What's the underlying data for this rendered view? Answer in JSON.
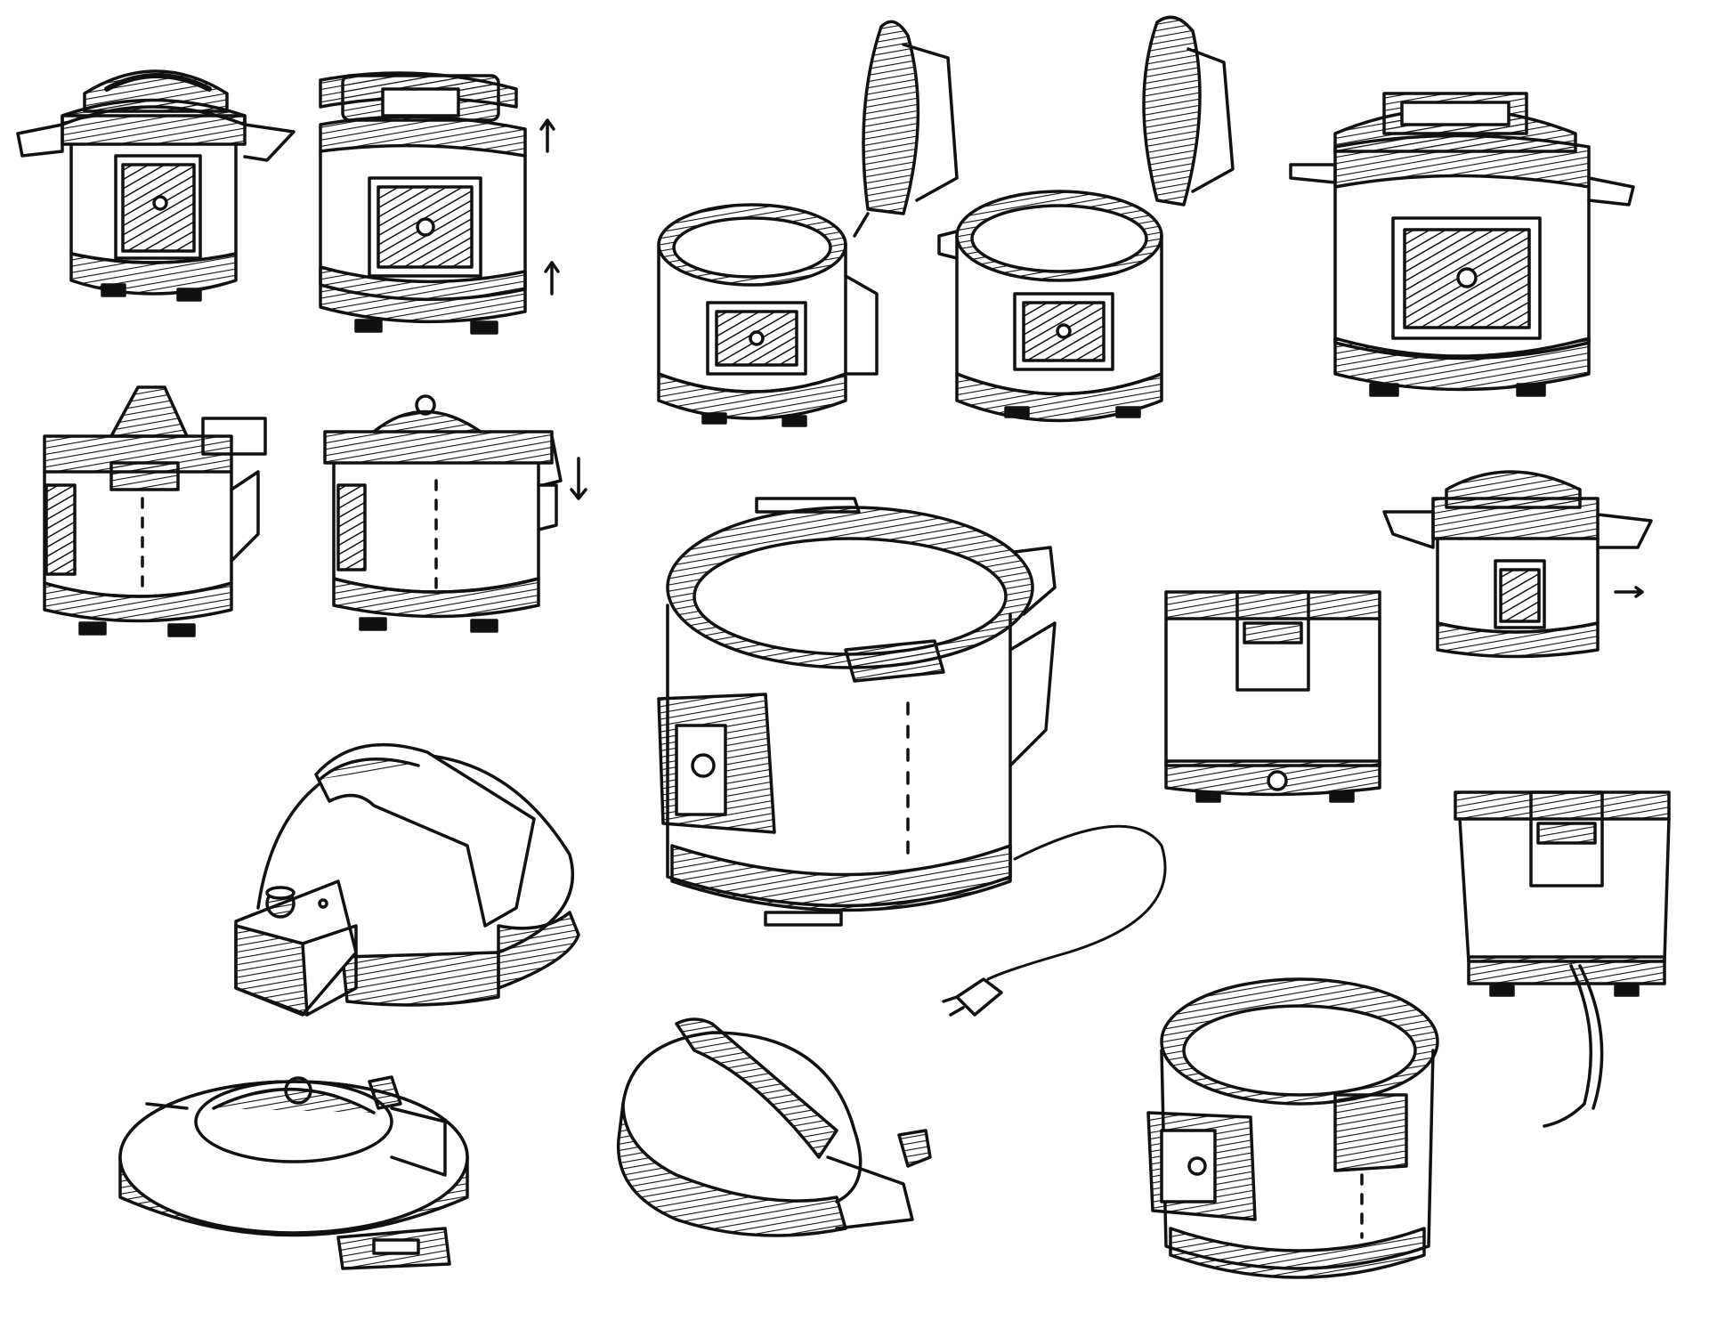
{
  "canvas": {
    "background": "#ffffff",
    "ink": "#111111"
  },
  "sketches": [
    {
      "id": "front-view-1",
      "icon": "pressure-cooker-front-view-icon",
      "lid": "closed"
    },
    {
      "id": "front-view-2",
      "icon": "pressure-cooker-front-view-icon",
      "lid": "closed",
      "arrows": [
        "up",
        "up"
      ]
    },
    {
      "id": "open-lid-1",
      "icon": "pressure-cooker-open-lid-icon",
      "lid": "open"
    },
    {
      "id": "open-lid-2",
      "icon": "pressure-cooker-open-lid-icon",
      "lid": "open"
    },
    {
      "id": "front-view-large",
      "icon": "pressure-cooker-front-view-icon",
      "lid": "closed"
    },
    {
      "id": "side-view-1",
      "icon": "pressure-cooker-side-view-icon",
      "lid": "closed"
    },
    {
      "id": "side-view-2",
      "icon": "pressure-cooker-side-view-icon",
      "lid": "closed",
      "arrows": [
        "down"
      ]
    },
    {
      "id": "open-body-large",
      "icon": "pressure-cooker-open-body-icon",
      "lid": "none",
      "cord": true
    },
    {
      "id": "back-view-1",
      "icon": "pressure-cooker-back-view-icon",
      "lid": "closed"
    },
    {
      "id": "front-view-small",
      "icon": "pressure-cooker-front-view-icon",
      "lid": "closed",
      "arrows": [
        "right"
      ]
    },
    {
      "id": "back-view-2",
      "icon": "pressure-cooker-back-view-icon",
      "lid": "closed",
      "cord": true
    },
    {
      "id": "lid-handle-1",
      "icon": "cooker-lid-icon",
      "lid": "detached"
    },
    {
      "id": "lid-top-knob",
      "icon": "cooker-lid-icon",
      "lid": "detached"
    },
    {
      "id": "lid-handle-2",
      "icon": "cooker-lid-icon",
      "lid": "detached"
    },
    {
      "id": "open-body-small",
      "icon": "pressure-cooker-open-body-icon",
      "lid": "none"
    },
    {
      "id": "power-cord",
      "icon": "power-plug-icon"
    }
  ]
}
